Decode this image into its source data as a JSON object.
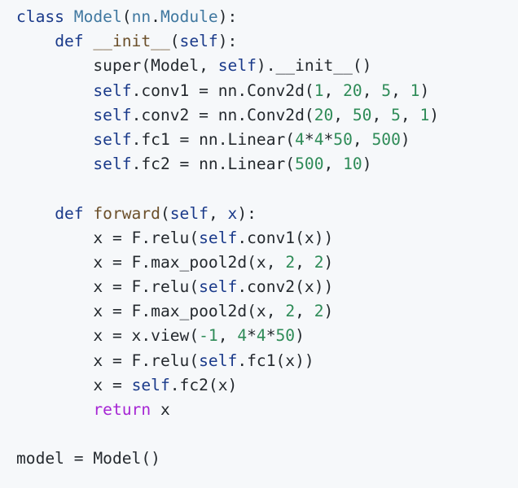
{
  "lines": [
    [
      [
        "kw",
        "class"
      ],
      [
        "plain",
        " "
      ],
      [
        "cls",
        "Model"
      ],
      [
        "plain",
        "("
      ],
      [
        "cls",
        "nn"
      ],
      [
        "plain",
        "."
      ],
      [
        "cls",
        "Module"
      ],
      [
        "plain",
        "):"
      ]
    ],
    [
      [
        "plain",
        "    "
      ],
      [
        "kw",
        "def"
      ],
      [
        "plain",
        " "
      ],
      [
        "fn",
        "__init__"
      ],
      [
        "plain",
        "("
      ],
      [
        "kw",
        "self"
      ],
      [
        "plain",
        "):"
      ]
    ],
    [
      [
        "plain",
        "        super(Model, "
      ],
      [
        "kw",
        "self"
      ],
      [
        "plain",
        ").__init__()"
      ]
    ],
    [
      [
        "plain",
        "        "
      ],
      [
        "kw",
        "self"
      ],
      [
        "plain",
        ".conv1 = nn.Conv2d("
      ],
      [
        "num",
        "1"
      ],
      [
        "plain",
        ", "
      ],
      [
        "num",
        "20"
      ],
      [
        "plain",
        ", "
      ],
      [
        "num",
        "5"
      ],
      [
        "plain",
        ", "
      ],
      [
        "num",
        "1"
      ],
      [
        "plain",
        ")"
      ]
    ],
    [
      [
        "plain",
        "        "
      ],
      [
        "kw",
        "self"
      ],
      [
        "plain",
        ".conv2 = nn.Conv2d("
      ],
      [
        "num",
        "20"
      ],
      [
        "plain",
        ", "
      ],
      [
        "num",
        "50"
      ],
      [
        "plain",
        ", "
      ],
      [
        "num",
        "5"
      ],
      [
        "plain",
        ", "
      ],
      [
        "num",
        "1"
      ],
      [
        "plain",
        ")"
      ]
    ],
    [
      [
        "plain",
        "        "
      ],
      [
        "kw",
        "self"
      ],
      [
        "plain",
        ".fc1 = nn.Linear("
      ],
      [
        "num",
        "4"
      ],
      [
        "plain",
        "*"
      ],
      [
        "num",
        "4"
      ],
      [
        "plain",
        "*"
      ],
      [
        "num",
        "50"
      ],
      [
        "plain",
        ", "
      ],
      [
        "num",
        "500"
      ],
      [
        "plain",
        ")"
      ]
    ],
    [
      [
        "plain",
        "        "
      ],
      [
        "kw",
        "self"
      ],
      [
        "plain",
        ".fc2 = nn.Linear("
      ],
      [
        "num",
        "500"
      ],
      [
        "plain",
        ", "
      ],
      [
        "num",
        "10"
      ],
      [
        "plain",
        ")"
      ]
    ],
    [],
    [
      [
        "plain",
        "    "
      ],
      [
        "kw",
        "def"
      ],
      [
        "plain",
        " "
      ],
      [
        "fn",
        "forward"
      ],
      [
        "plain",
        "("
      ],
      [
        "kw",
        "self"
      ],
      [
        "plain",
        ", "
      ],
      [
        "kw",
        "x"
      ],
      [
        "plain",
        "):"
      ]
    ],
    [
      [
        "plain",
        "        x = F.relu("
      ],
      [
        "kw",
        "self"
      ],
      [
        "plain",
        ".conv1(x))"
      ]
    ],
    [
      [
        "plain",
        "        x = F.max_pool2d(x, "
      ],
      [
        "num",
        "2"
      ],
      [
        "plain",
        ", "
      ],
      [
        "num",
        "2"
      ],
      [
        "plain",
        ")"
      ]
    ],
    [
      [
        "plain",
        "        x = F.relu("
      ],
      [
        "kw",
        "self"
      ],
      [
        "plain",
        ".conv2(x))"
      ]
    ],
    [
      [
        "plain",
        "        x = F.max_pool2d(x, "
      ],
      [
        "num",
        "2"
      ],
      [
        "plain",
        ", "
      ],
      [
        "num",
        "2"
      ],
      [
        "plain",
        ")"
      ]
    ],
    [
      [
        "plain",
        "        x = x.view("
      ],
      [
        "num",
        "-1"
      ],
      [
        "plain",
        ", "
      ],
      [
        "num",
        "4"
      ],
      [
        "plain",
        "*"
      ],
      [
        "num",
        "4"
      ],
      [
        "plain",
        "*"
      ],
      [
        "num",
        "50"
      ],
      [
        "plain",
        ")"
      ]
    ],
    [
      [
        "plain",
        "        x = F.relu("
      ],
      [
        "kw",
        "self"
      ],
      [
        "plain",
        ".fc1(x))"
      ]
    ],
    [
      [
        "plain",
        "        x = "
      ],
      [
        "kw",
        "self"
      ],
      [
        "plain",
        ".fc2(x)"
      ]
    ],
    [
      [
        "plain",
        "        "
      ],
      [
        "ret",
        "return"
      ],
      [
        "plain",
        " x"
      ]
    ],
    [],
    [
      [
        "plain",
        "model = Model()"
      ]
    ]
  ]
}
